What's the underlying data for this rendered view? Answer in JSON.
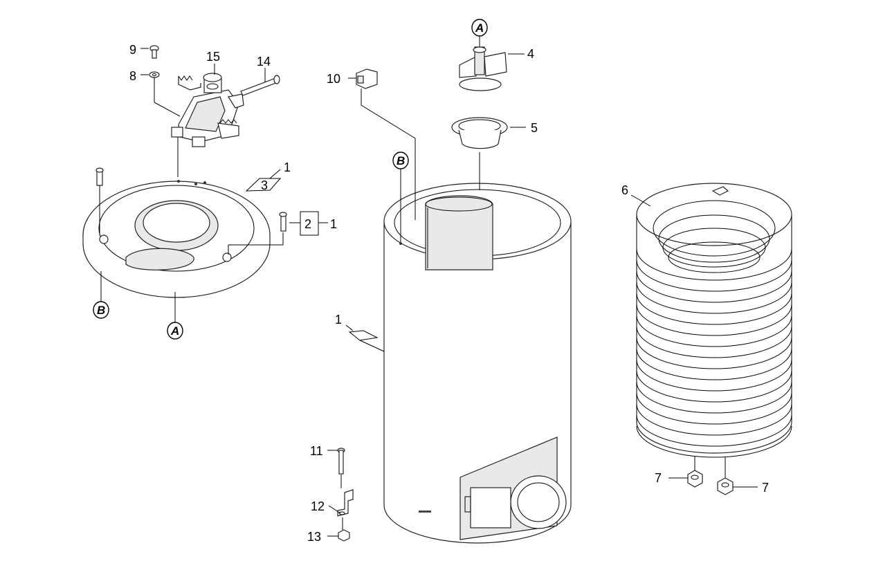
{
  "callouts": {
    "c1a": "1",
    "c1b": "1",
    "c1c": "1",
    "c2": "2",
    "c3": "3",
    "c4": "4",
    "c5": "5",
    "c6": "6",
    "c7a": "7",
    "c7b": "7",
    "c8": "8",
    "c9": "9",
    "c10": "10",
    "c11": "11",
    "c12": "12",
    "c13": "13",
    "c14": "14",
    "c15": "15"
  },
  "refs": {
    "a_top": "A",
    "a_plate": "A",
    "b_plate": "B",
    "b_tank": "B"
  }
}
